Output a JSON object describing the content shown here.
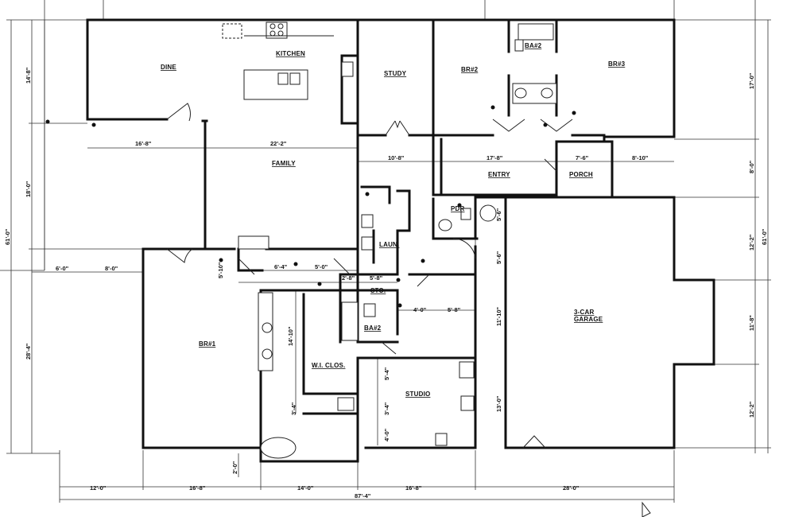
{
  "rooms": {
    "dine": "DINE",
    "kitchen": "KITCHEN",
    "family": "FAMILY",
    "study": "STUDY",
    "br2": "BR#2",
    "bath2": "BA#2",
    "br3": "BR#3",
    "entry": "ENTRY",
    "porch": "PORCH",
    "pdr": "PDR",
    "laun": "LAUN.",
    "sto": "STO.",
    "bath2b": "BA#2",
    "br1": "BR#1",
    "wiclos": "W.I. CLOS.",
    "studio": "STUDIO",
    "garage_line1": "3-CAR",
    "garage_line2": "GARAGE"
  },
  "dims": {
    "d_16_8_top": "16'-8\"",
    "d_22_2": "22'-2\"",
    "d_10_8": "10'-8\"",
    "d_17_8": "17'-8\"",
    "d_7_6": "7'-6\"",
    "d_8_10": "8'-10\"",
    "d_6_0": "6'-0\"",
    "d_8_0": "8'-0\"",
    "d_5_10": "5'-10\"",
    "d_6_4": "6'-4\"",
    "d_5_0": "5'-0\"",
    "d_2_8": "2'-8\"",
    "d_5_8a": "5'-8\"",
    "d_4_0": "4'-0\"",
    "d_5_8b": "5'-8\"",
    "d_14_10": "14'-10\"",
    "d_3_4a": "3'-4\"",
    "d_3_4b": "3'-4\"",
    "d_5_4": "5'-4\"",
    "d_4_0b": "4'-0\"",
    "d_5_6a": "5'-6\"",
    "d_5_6b": "5'-6\"",
    "d_11_10": "11'-10\"",
    "d_13_0": "13'-0\"",
    "d_2_0": "2'-0\"",
    "b_12_0": "12'-0\"",
    "b_16_8a": "16'-8\"",
    "b_14_0": "14'-0\"",
    "b_16_8b": "16'-8\"",
    "b_28_0": "28'-0\"",
    "b_total": "87'-4\"",
    "l_14_8": "14'-8\"",
    "l_18_0": "18'-0\"",
    "l_28_4": "28'-4\"",
    "l_61_0": "61'-0\"",
    "r_17_0": "17'-0\"",
    "r_8_0": "8'-0\"",
    "r_12_2a": "12'-2\"",
    "r_61_0": "61'-0\"",
    "r_11_8": "11'-8\"",
    "r_12_2b": "12'-2\""
  }
}
